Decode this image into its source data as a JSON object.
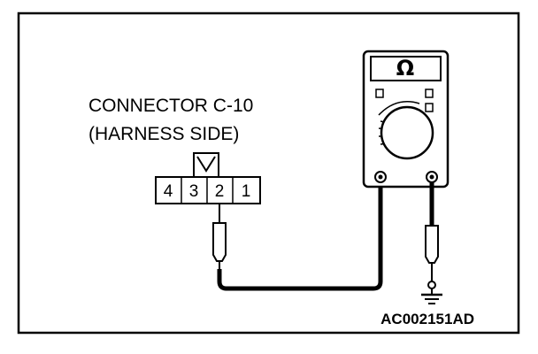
{
  "connector": {
    "title_line1": "CONNECTOR C-10",
    "title_line2": "(HARNESS SIDE)",
    "pins": [
      "4",
      "3",
      "2",
      "1"
    ]
  },
  "meter": {
    "symbol": "Ω"
  },
  "figure_id": "AC002151AD",
  "icons": [
    "ohmmeter-icon",
    "ground-symbol-icon",
    "test-probe-icon"
  ]
}
